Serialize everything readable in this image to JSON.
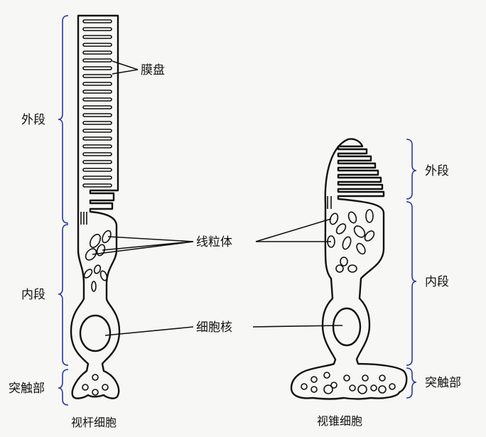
{
  "rod": {
    "caption": "视杆细胞",
    "outer_segment": "外段",
    "inner_segment": "内段",
    "synaptic_terminal": "突触部"
  },
  "cone": {
    "caption": "视锥细胞",
    "outer_segment": "外段",
    "inner_segment": "内段",
    "synaptic_terminal": "突触部"
  },
  "labels": {
    "membrane_discs": "膜盘",
    "mitochondria": "线粒体",
    "nucleus": "细胞核"
  },
  "colors": {
    "ink": "#111111",
    "bracket": "#2a3aa0",
    "background": "#f7f7f5"
  }
}
